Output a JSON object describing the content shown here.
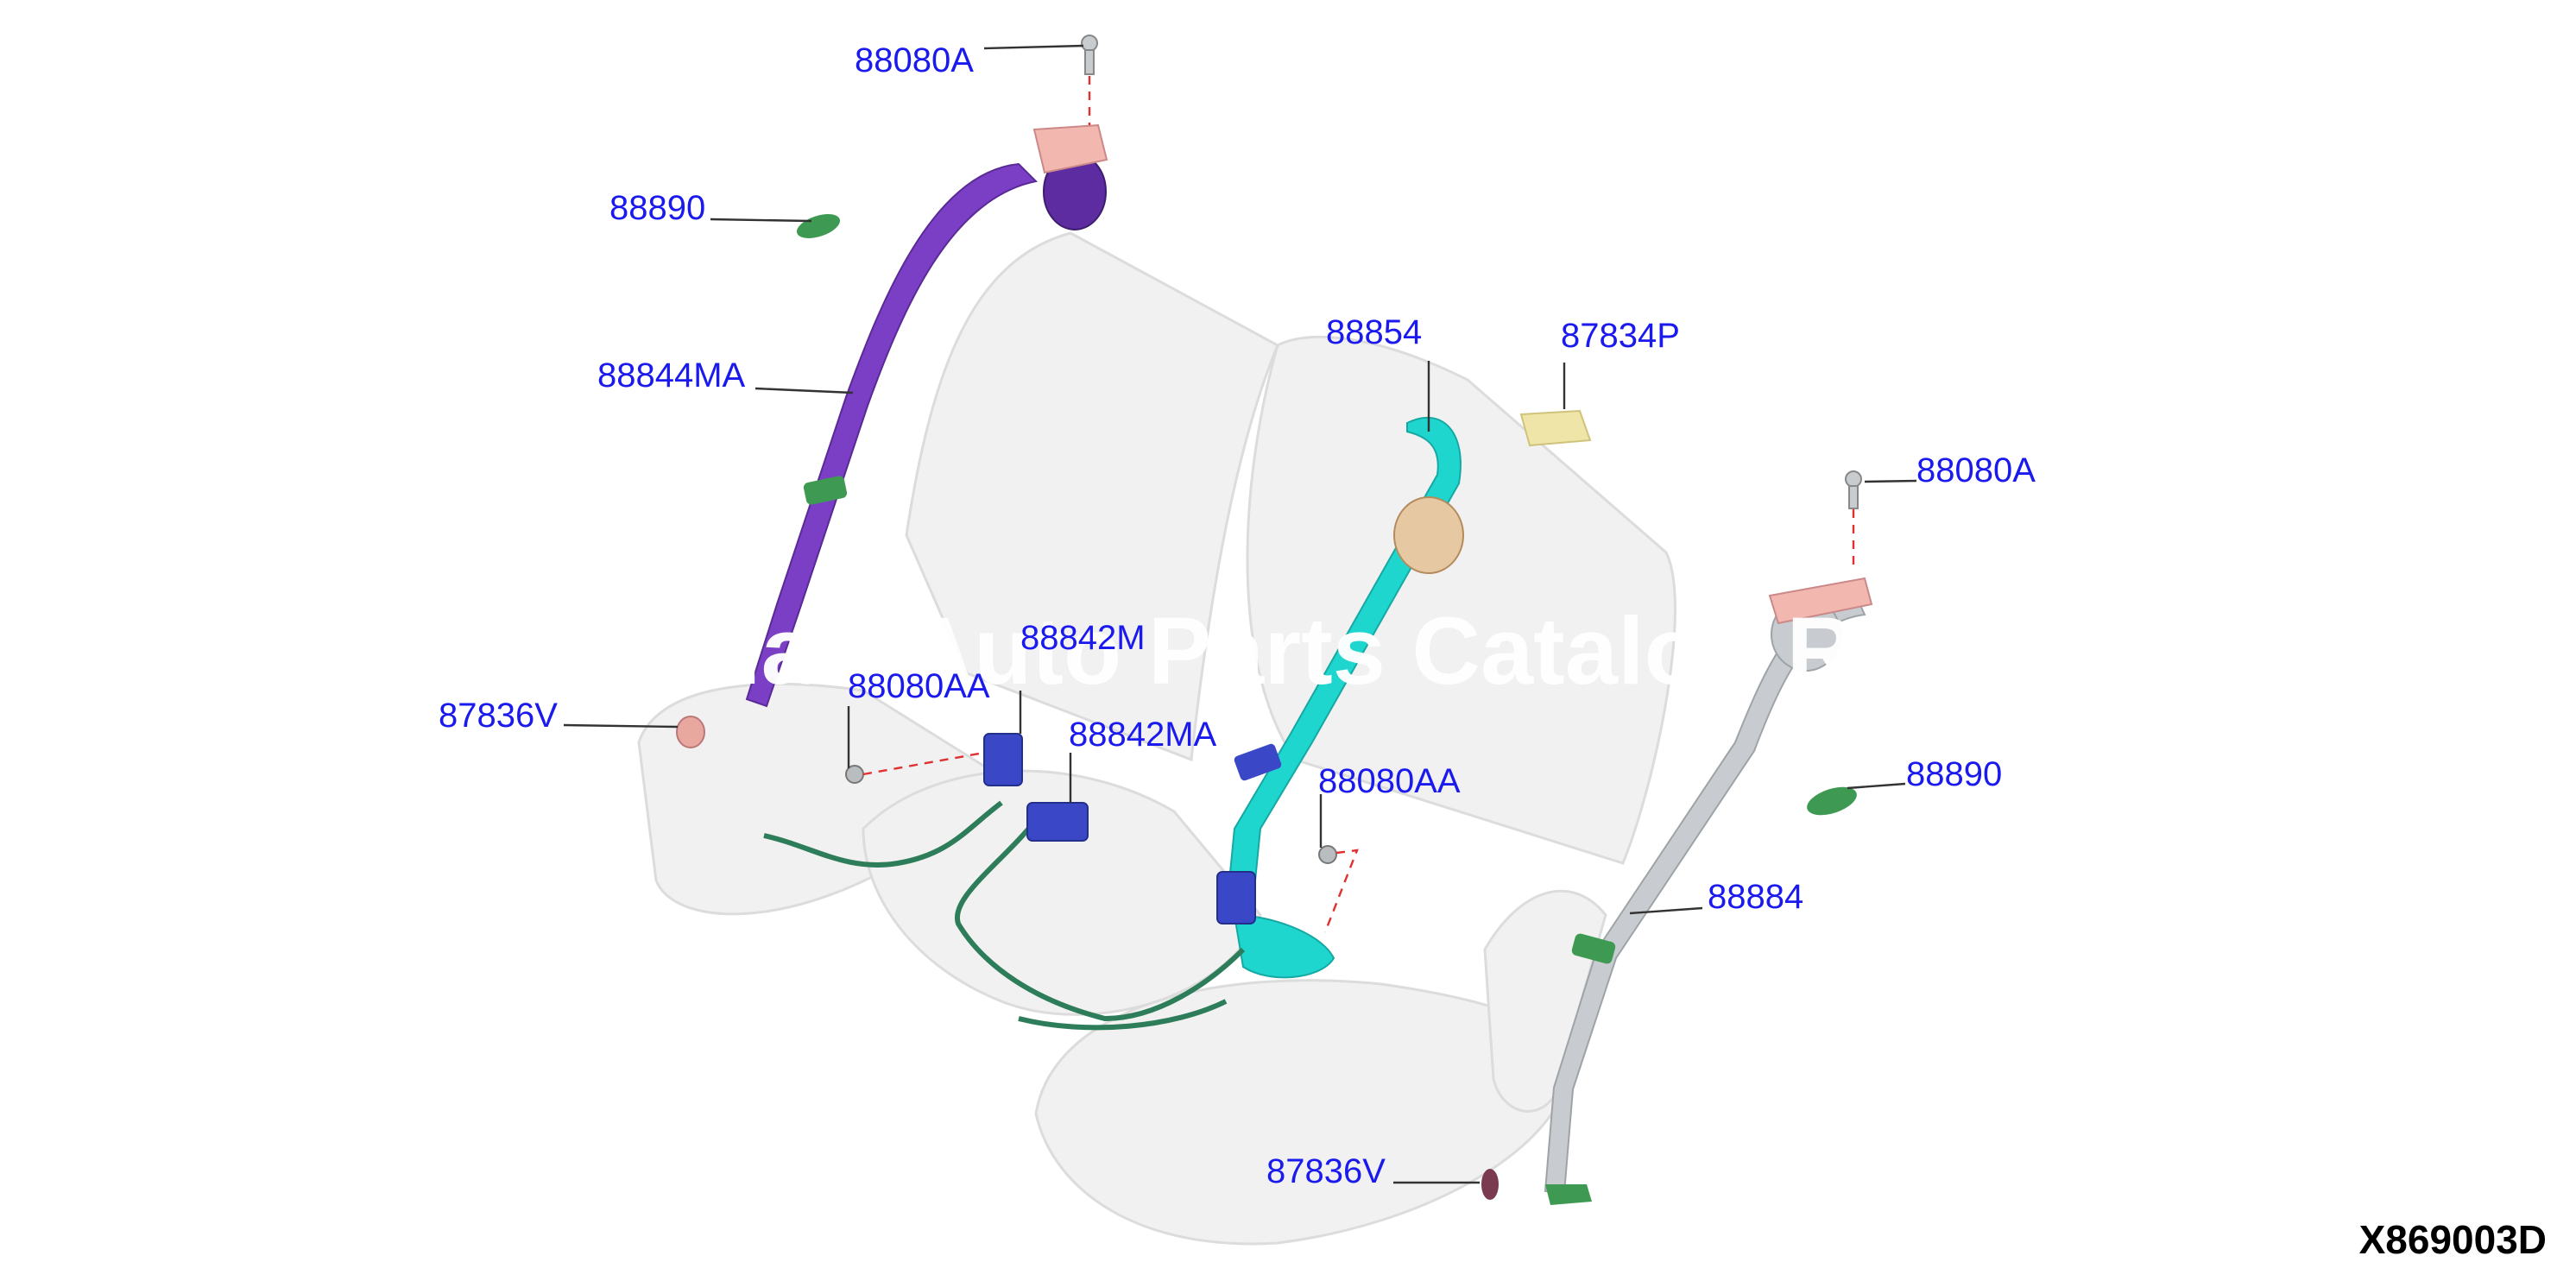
{
  "diagram": {
    "reference_code": "X869003D",
    "watermark": "...art Auto Parts Catalog RA...",
    "colors": {
      "callout": "#1a1aee",
      "left_belt": "#7a3fc4",
      "center_belt": "#1fd6cf",
      "right_belt": "#c8ccd0",
      "clip": "#3e9a52",
      "buckle": "#3a48c8",
      "anchor": "#f2b8b0",
      "harness": "#2e7d5a",
      "seat": "#eeeeee"
    },
    "callouts": {
      "c1": "88080A",
      "c2": "88890",
      "c3": "88844MA",
      "c4": "88854",
      "c5": "87834P",
      "c6": "88080A",
      "c7": "88842M",
      "c8": "88080AA",
      "c9": "87836V",
      "c10": "88842MA",
      "c11": "88080AA",
      "c12": "88890",
      "c13": "88884",
      "c14": "87836V"
    }
  }
}
